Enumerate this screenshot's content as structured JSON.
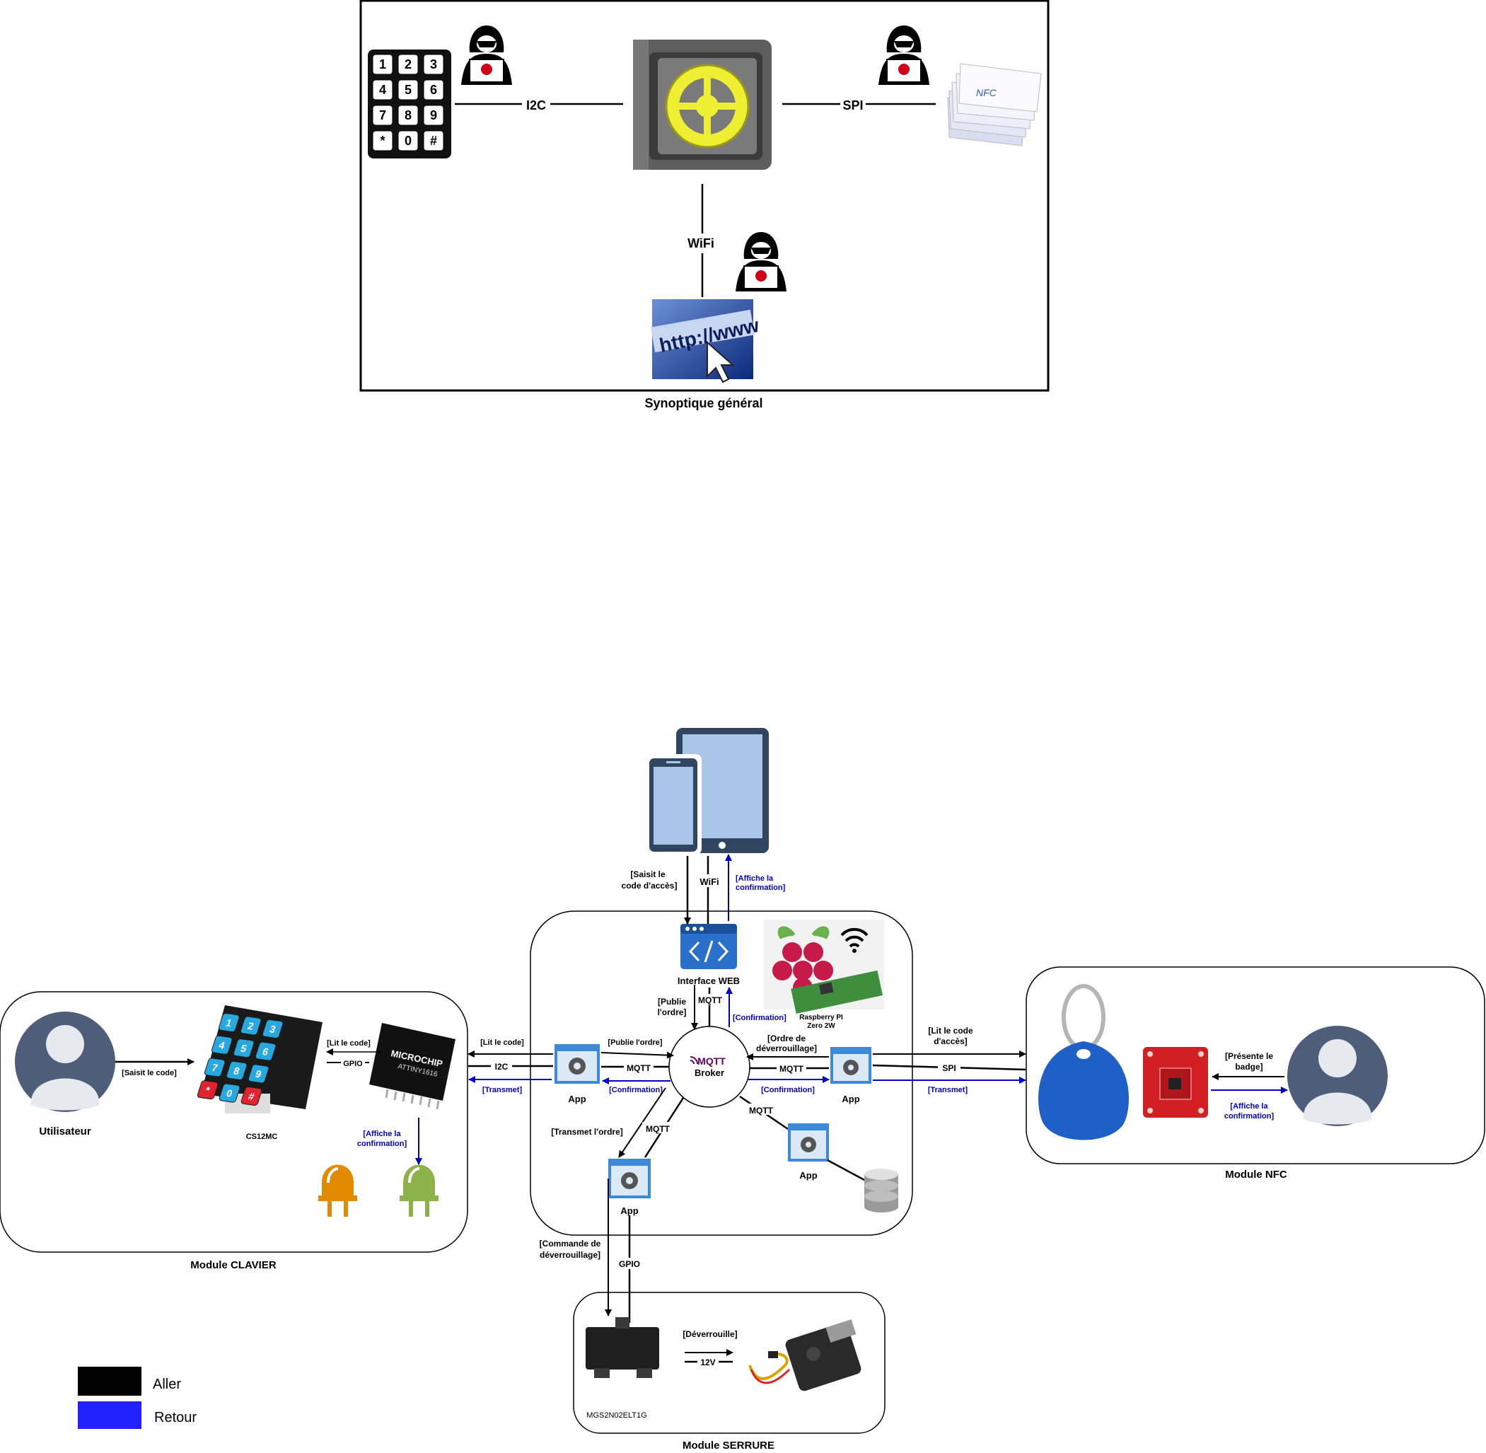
{
  "synoptique": {
    "caption": "Synoptique général",
    "links": {
      "left": "I2C",
      "right": "SPI",
      "bottom": "WiFi"
    },
    "keypad_keys": [
      "1",
      "2",
      "3",
      "4",
      "5",
      "6",
      "7",
      "8",
      "9",
      "*",
      "0",
      "#"
    ],
    "nfc_card_text": "NFC",
    "url_text": "http://www"
  },
  "modules": {
    "clavier": "Module CLAVIER",
    "nfc": "Module NFC",
    "serrure": "Module SERRURE"
  },
  "clavier": {
    "user_label": "Utilisateur",
    "keypad_part": "CS12MC",
    "keypad_keys": [
      "1",
      "2",
      "3",
      "4",
      "5",
      "6",
      "7",
      "8",
      "9",
      "*",
      "0",
      "#"
    ],
    "mcu_brand": "MICROCHIP",
    "mcu_part": "ATTINY1616",
    "arrow_saisit": "[Saisit le code]",
    "arrow_lit": "[Lit le code]",
    "gpio": "GPIO",
    "affiche_1": "[Affiche la",
    "affiche_2": "confirmation]"
  },
  "center": {
    "saisit_1": "[Saisit le",
    "saisit_2": "code d'accès]",
    "wifi": "WiFi",
    "affiche_1": "[Affiche la",
    "affiche_2": "confirmation]",
    "interface_web": "Interface WEB",
    "publie_1": "[Publie",
    "publie_2": "l'ordre]",
    "mqtt_top": "MQTT",
    "confirmation_top": "[Confirmation]",
    "rpi_1": "Raspberry PI",
    "rpi_2": "Zero 2W",
    "broker_logo": "MQTT",
    "broker": "Broker",
    "app": "App",
    "publie_ordre": "[Publie l'ordre]",
    "mqtt_left": "MQTT",
    "confirmation_left": "[Confirmation]",
    "ordre_1": "[Ordre de",
    "ordre_2": "déverrouillage]",
    "mqtt_right": "MQTT",
    "confirmation_right": "[Confirmation]",
    "transmet_ordre": "[Transmet l'ordre]",
    "mqtt_bottom_left": "MQTT",
    "mqtt_bottom_right": "MQTT",
    "lit_code_left": "[Lit le code]",
    "i2c": "I2C",
    "transmet_left": "[Transmet]",
    "lit_code_right_1": "[Lit le code",
    "lit_code_right_2": "d'accès]",
    "spi": "SPI",
    "transmet_right": "[Transmet]",
    "commande_1": "[Commande de",
    "commande_2": "déverrouillage]",
    "gpio": "GPIO"
  },
  "nfc": {
    "presente_1": "[Présente le",
    "presente_2": "badge]",
    "affiche_1": "[Affiche la",
    "affiche_2": "confirmation]"
  },
  "serrure": {
    "deverrouille": "[Déverrouille]",
    "v12": "12V",
    "mosfet_part": "MGS2N02ELT1G"
  },
  "legend": [
    {
      "label": "Aller",
      "color": "#000000"
    },
    {
      "label": "Retour",
      "color": "#2222ff"
    }
  ],
  "colors": {
    "aller": "#000000",
    "retour": "#0000cc",
    "blue_fill": "#1f4fd1"
  }
}
